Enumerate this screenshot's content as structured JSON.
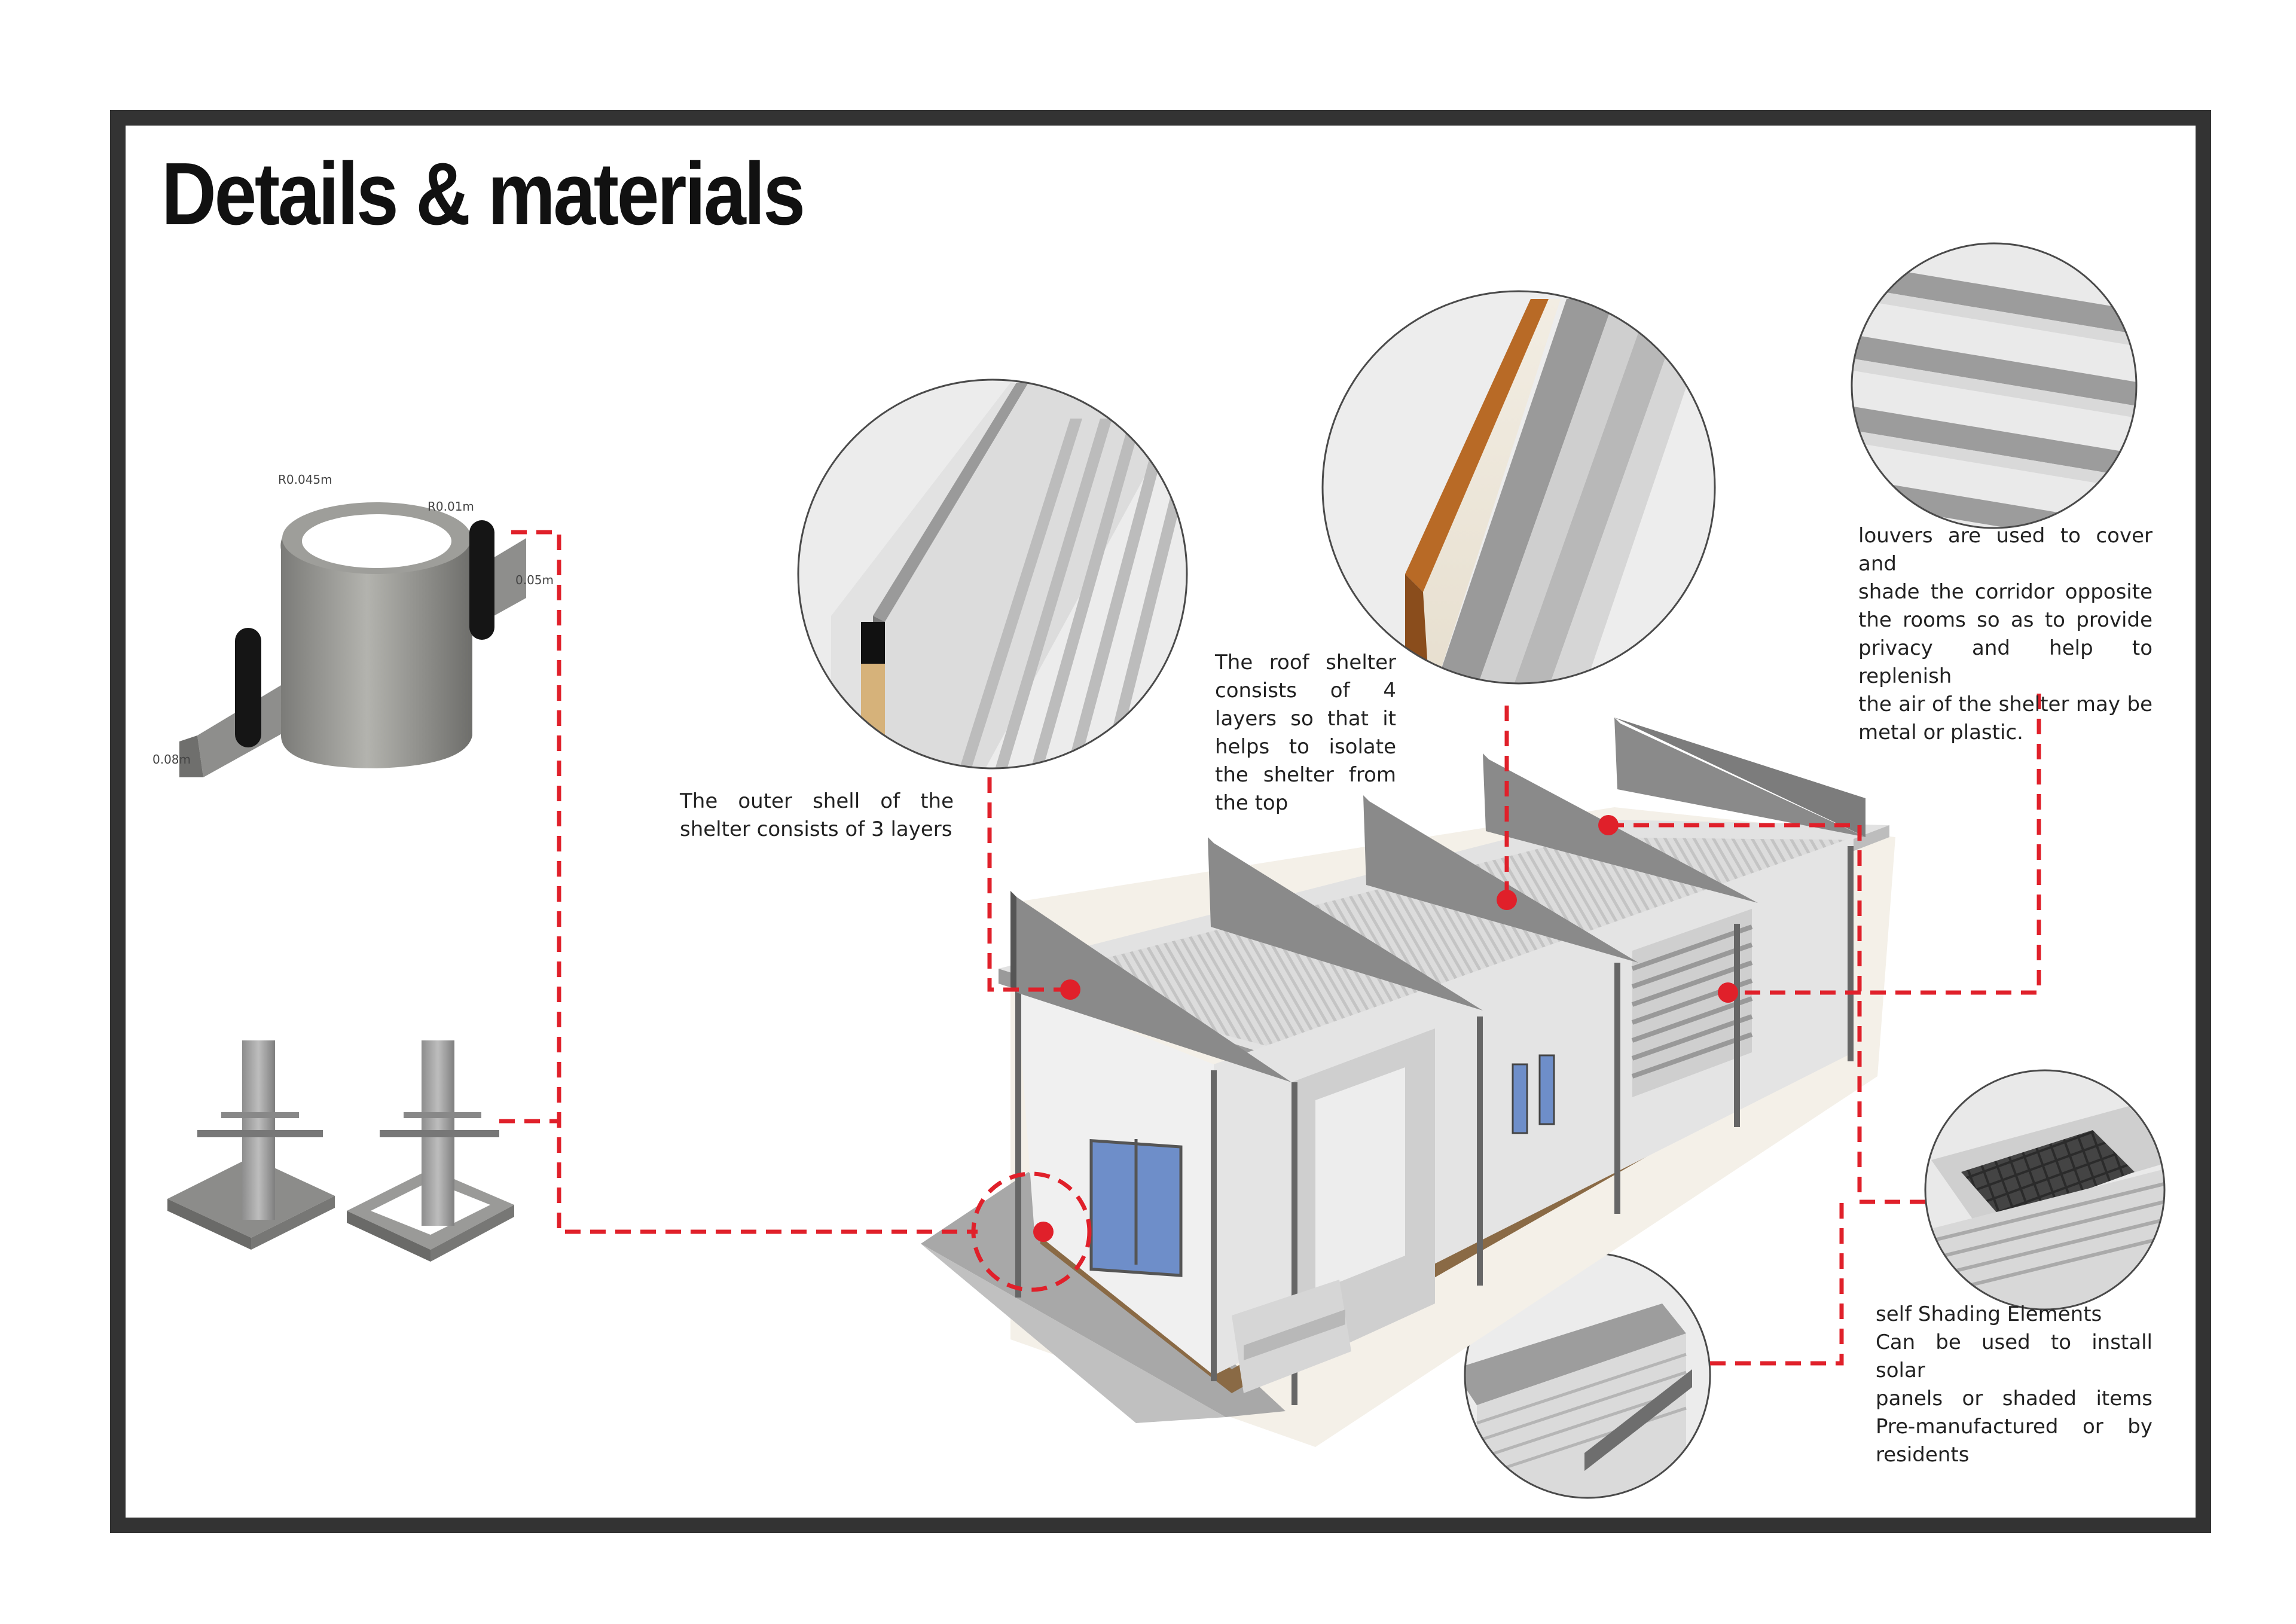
{
  "title": "Details & materials",
  "captions": {
    "outer_shell": [
      "The outer shell of the",
      "shelter consists of 3 layers"
    ],
    "roof": [
      "The roof shelter",
      "consists of 4",
      "layers so that it",
      "helps to isolate",
      "the shelter from",
      "the top"
    ],
    "louvers": [
      "louvers are used to cover and",
      "shade the corridor opposite",
      "the rooms so as to provide",
      "privacy and help to replenish",
      "the air of the shelter may be",
      "metal or plastic."
    ],
    "self_shading": [
      "self Shading Elements",
      "Can be used to install solar",
      "panels or shaded items",
      "Pre-manufactured or by",
      "residents"
    ]
  },
  "dimensions": {
    "outer_radius": "R0.045m",
    "inner_radius": "R0.01m",
    "bar_height": "0.05m",
    "bar_width": "0.08m"
  },
  "colors": {
    "frame": "#333333",
    "leader": "#e0202a",
    "metal": "#a9a9a9",
    "wall": "#ececec",
    "timber": "#b86a26"
  }
}
